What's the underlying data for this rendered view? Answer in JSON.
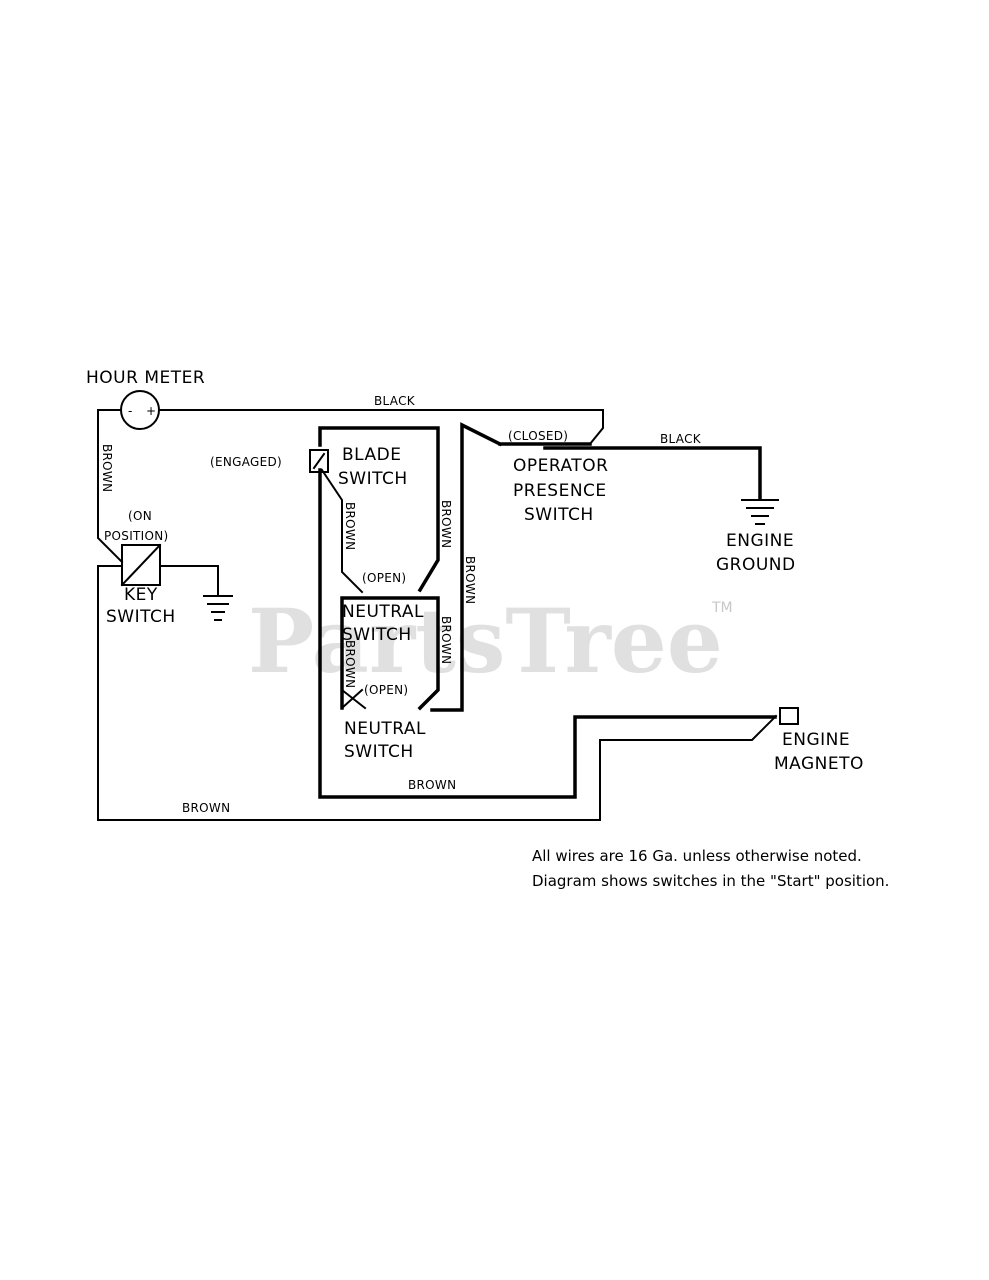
{
  "components": {
    "hour_meter": "HOUR METER",
    "blade_switch_state": "(ENGAGED)",
    "blade_switch_line1": "BLADE",
    "blade_switch_line2": "SWITCH",
    "operator_state": "(CLOSED)",
    "operator_line1": "OPERATOR",
    "operator_line2": "PRESENCE",
    "operator_line3": "SWITCH",
    "engine_ground_line1": "ENGINE",
    "engine_ground_line2": "GROUND",
    "key_switch_pos_line1": "(ON",
    "key_switch_pos_line2": "POSITION)",
    "key_switch_line1": "KEY",
    "key_switch_line2": "SWITCH",
    "neutral_upper_state": "(OPEN)",
    "neutral_upper_line1": "NEUTRAL",
    "neutral_upper_line2": "SWITCH",
    "neutral_lower_state": "(OPEN)",
    "neutral_lower_line1": "NEUTRAL",
    "neutral_lower_line2": "SWITCH",
    "engine_magneto_line1": "ENGINE",
    "engine_magneto_line2": "MAGNETO"
  },
  "wires": {
    "black_top": "BLACK",
    "black_right": "BLACK",
    "brown_left_vertical": "BROWN",
    "brown_blade_left": "BROWN",
    "brown_blade_right": "BROWN",
    "brown_right_outer": "BROWN",
    "brown_neutral_right": "BROWN",
    "brown_neutral_left": "BROWN",
    "brown_bottom_inner": "BROWN",
    "brown_bottom_outer": "BROWN"
  },
  "notes": {
    "line1": "All wires are 16 Ga. unless otherwise noted.",
    "line2": "Diagram shows switches in the \"Start\" position."
  },
  "watermark": {
    "text": "PartsTree",
    "tm": "TM"
  }
}
